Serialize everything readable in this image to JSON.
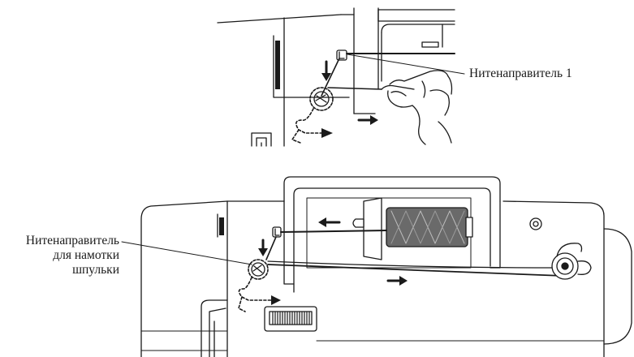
{
  "labels": {
    "thread_guide_1": "Нитенаправитель 1",
    "bobbin_guide_line1": "Нитенаправитель",
    "bobbin_guide_line2": "для намотки",
    "bobbin_guide_line3": "шпульки"
  },
  "colors": {
    "ink": "#1a1a1a",
    "background": "#ffffff",
    "spool": "#6a6a6a"
  },
  "icons": {
    "arrow": "direction-arrow-icon",
    "guide": "thread-guide-icon",
    "tension": "tension-disc-icon",
    "spool": "thread-spool-icon",
    "bobbin": "bobbin-winder-icon"
  }
}
